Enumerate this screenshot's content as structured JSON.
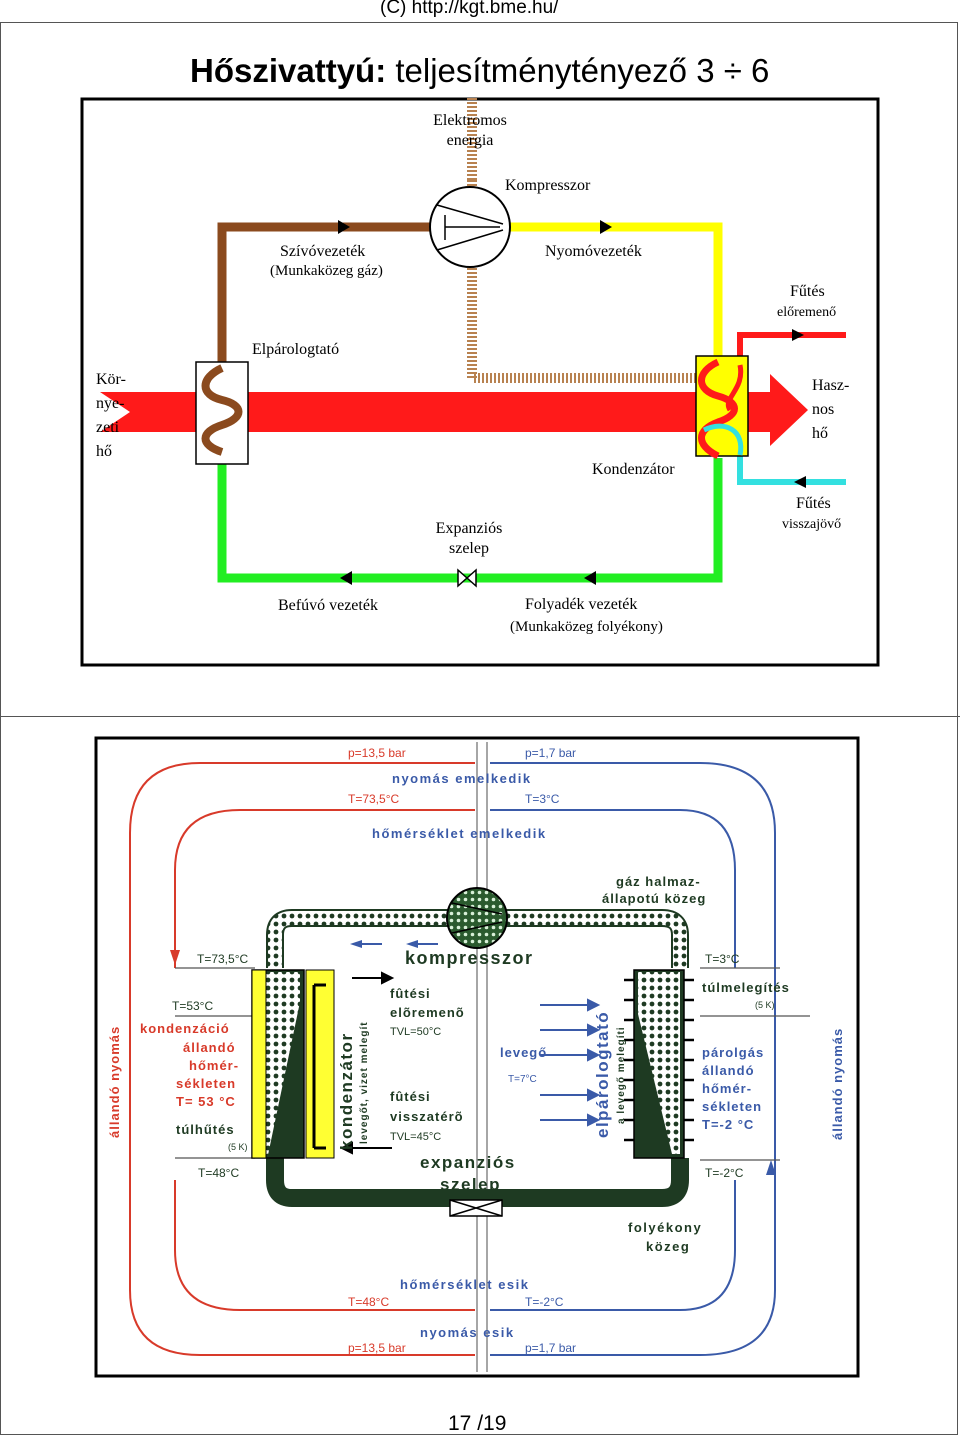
{
  "header": {
    "copyright": "(C)  http://kgt.bme.hu/"
  },
  "title": {
    "bold": "Hőszivattyú:",
    "rest": " teljesítménytényező 3 ÷ 6"
  },
  "diagram1": {
    "electric": [
      "Elektromos",
      "energia"
    ],
    "compressor": "Kompresszor",
    "suction": "Szívóvezeték",
    "suction_sub": "(Munkaközeg gáz)",
    "pressure": "Nyomóvezeték",
    "evaporator": "Elpárologtató",
    "ambient": [
      "Kör-",
      "nye-",
      "zeti",
      "hő"
    ],
    "heating_flow": [
      "Fűtés",
      "előremenő"
    ],
    "useful_heat": [
      "Hasz-",
      "nos",
      "hő"
    ],
    "condenser": "Kondenzátor",
    "heating_return": [
      "Fűtés",
      "visszajövő"
    ],
    "expansion": [
      "Expanziós",
      "szelep"
    ],
    "injection": "Befúvó vezeték",
    "liquid": "Folyadék vezeték",
    "liquid_sub": "(Munkaközeg folyékony)",
    "colors": {
      "brown": "#8b4a1e",
      "yellow": "#ffff00",
      "green": "#22ee22",
      "red": "#ff1a1a",
      "cyan": "#33e0e0"
    }
  },
  "diagram2": {
    "p_high_top": "p=13,5 bar",
    "p_low_top": "p=1,7 bar",
    "pressure_rises": "nyomás emelkedik",
    "t_high_top": "T=73,5°C",
    "t_low_top": "T=3°C",
    "temp_rises": "hőmérséklet emelkedik",
    "gas_state": [
      "gáz halmaz-",
      "állapotú közeg"
    ],
    "t_cond_in": "T=73,5°C",
    "compressor": "kompresszor",
    "t_evap_out": "T=3°C",
    "superheat": "túlmelegítés",
    "superheat_k": "(5 K)",
    "t_cond": "T=53°C",
    "heating_flow": [
      "fûtési",
      "elõremenõ",
      "TVL=50°C"
    ],
    "condensation": [
      "kondenzáció",
      "állandó",
      "hőmér-",
      "sékleten",
      "T= 53 °C"
    ],
    "condenser_v": "kondenzátor",
    "condenser_sub": "levegőt, vizet melegít",
    "air": "levegő",
    "air_temp": "T=7°C",
    "evaporator_v": "elpárologtató",
    "evaporator_sub": "a levegő melegíti",
    "evaporation": [
      "párolgás",
      "állandó",
      "hőmér-",
      "sékleten",
      "T=-2 °C"
    ],
    "const_pressure": "állandó nyomás",
    "subcool": "túlhűtés",
    "subcool_k": "(5 K)",
    "heating_return": [
      "fûtési",
      "visszatérõ",
      "TVL=45°C"
    ],
    "t_cond_out": "T=48°C",
    "expansion": [
      "expanziós",
      "szelep"
    ],
    "t_evap_in": "T=-2°C",
    "liquid_medium": [
      "folyékony",
      "közeg"
    ],
    "temp_falls": "hőmérséklet esik",
    "t_high_bottom": "T=48°C",
    "t_low_bottom": "T=-2°C",
    "pressure_falls": "nyomás esik",
    "p_high_bottom": "p=13,5 bar",
    "p_low_bottom": "p=1,7 bar"
  },
  "footer": {
    "page": "17 /19"
  }
}
